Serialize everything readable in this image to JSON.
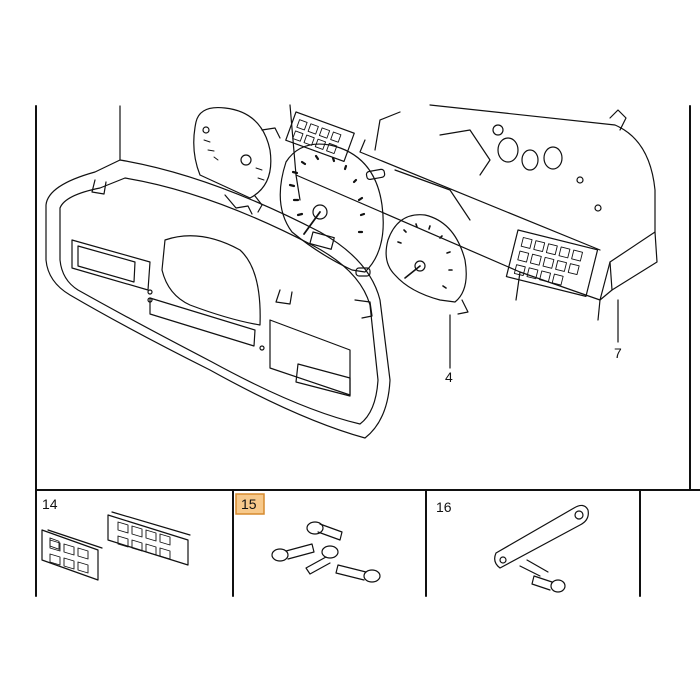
{
  "main_callouts": {
    "housing": "",
    "gauge_small": "4",
    "rear_module": "7"
  },
  "panels": [
    {
      "number": "14",
      "highlighted": false
    },
    {
      "number": "15",
      "highlighted": true
    },
    {
      "number": "16",
      "highlighted": false
    }
  ],
  "colors": {
    "line": "#111111",
    "highlight_fill": "#f7c98b",
    "highlight_stroke": "#d68a2e"
  }
}
